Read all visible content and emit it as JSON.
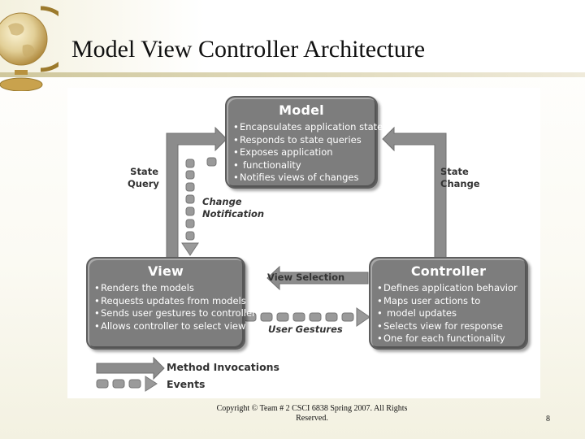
{
  "slide": {
    "title": "Model View Controller Architecture",
    "footer": "Copyright © Team # 2 CSCI 6838 Spring 2007. All Rights Reserved.",
    "page_number": "8"
  },
  "diagram": {
    "model": {
      "title": "Model",
      "items": [
        "Encapsulates application state",
        "Responds to state queries",
        "Exposes application",
        "functionality",
        "Notifies views of changes"
      ]
    },
    "view": {
      "title": "View",
      "items": [
        "Renders the models",
        "Requests updates from models",
        "Sends user gestures to controller",
        "Allows controller to select view"
      ]
    },
    "controller": {
      "title": "Controller",
      "items": [
        "Defines application behavior",
        "Maps user actions to",
        "model updates",
        "Selects view for response",
        "One for each functionality"
      ]
    },
    "labels": {
      "state_query": [
        "State",
        "Query"
      ],
      "state_change": [
        "State",
        "Change"
      ],
      "change_notification": [
        "Change",
        "Notification"
      ],
      "view_selection": "View Selection",
      "user_gestures": "User Gestures"
    },
    "legend": {
      "method": "Method Invocations",
      "events": "Events"
    }
  },
  "colors": {
    "box_fill": "#7d7d7d",
    "arrow_fill": "#8c8c8c",
    "title_rule": "#cfc79c"
  }
}
